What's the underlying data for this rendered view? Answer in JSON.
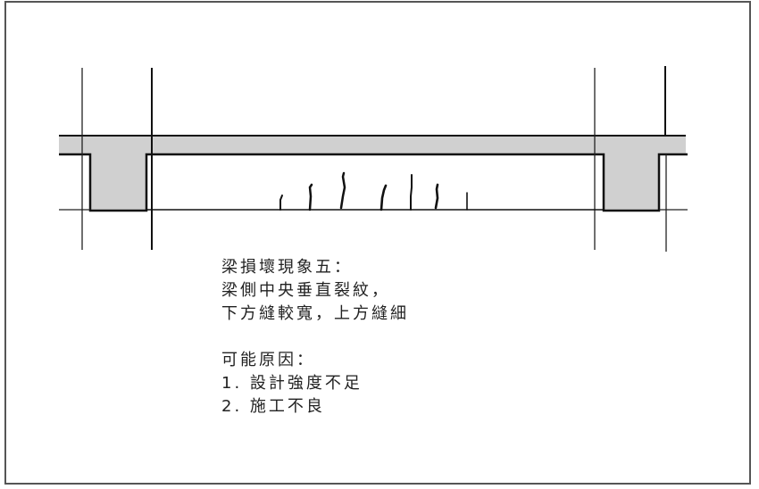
{
  "diagram": {
    "title": "梁損壞現象五：",
    "description_lines": [
      "梁側中央垂直裂紋，",
      "下方縫較寬，上方縫細"
    ],
    "causes_heading": "可能原因：",
    "causes": [
      "1. 設計強度不足",
      "2. 施工不良"
    ],
    "colors": {
      "concrete_fill": "#d0d0d0",
      "line": "#111111",
      "frame": "#555555"
    }
  }
}
